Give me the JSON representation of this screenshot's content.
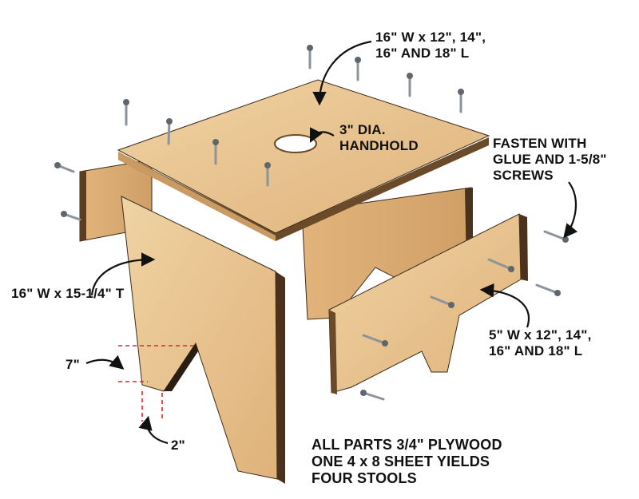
{
  "labels": {
    "top_panel": "16\" W x 12\", 14\",\n16\" AND 18\" L",
    "handhold": "3\" DIA.\nHANDHOLD",
    "fasten": "FASTEN WITH\nGLUE AND 1-5/8\"\nSCREWS",
    "leg": "16\" W x 15-1/4\" T",
    "rail": "5\" W x 12\", 14\",\n16\" AND 18\" L",
    "notch_height": "7\"",
    "notch_width": "2\"",
    "note": "ALL PARTS 3/4\" PLYWOOD\nONE 4 x 8 SHEET YIELDS\nFOUR STOOLS"
  },
  "colors": {
    "wood": "#e9c48f",
    "wood_dark": "#d3a66a",
    "edge": "#3a2a1a",
    "dimension_line": "#e0252b",
    "screw": "#8c9399"
  }
}
